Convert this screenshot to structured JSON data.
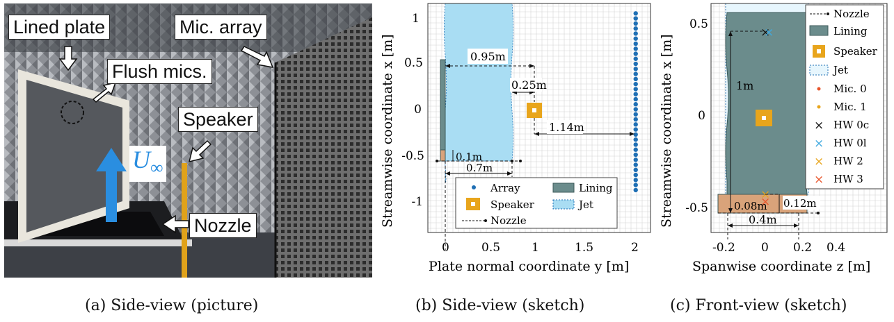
{
  "panel_a": {
    "labels": {
      "lined_plate": "Lined plate",
      "mic_array": "Mic. array",
      "flush_mics": "Flush mics.",
      "speaker": "Speaker",
      "nozzle": "Nozzle",
      "u_infinity": "U",
      "u_infinity_sub": "∞"
    },
    "caption": "(a) Side-view (picture)"
  },
  "panel_b": {
    "caption": "(b) Side-view (sketch)",
    "xlabel": "Plate normal coordinate y [m]",
    "ylabel": "Streamwise coordinate x [m]",
    "xticks": [
      "0",
      "0.5",
      "1",
      "1.5",
      "2"
    ],
    "yticks": [
      "1",
      "0.5",
      "0",
      "-0.5",
      "-1"
    ],
    "dims": [
      "0.95m",
      "0.25m",
      "1.14m",
      "0.1m",
      "0.7m"
    ],
    "legend": [
      "Array",
      "Lining",
      "Speaker",
      "Jet",
      "Nozzle"
    ]
  },
  "panel_c": {
    "caption": "(c) Front-view (sketch)",
    "xlabel": "Spanwise coordinate z [m]",
    "ylabel": "Streamwise coordinate x [m]",
    "xticks": [
      "-0.2",
      "0",
      "0.2",
      "0.4"
    ],
    "yticks": [
      "0.5",
      "0",
      "-0.5"
    ],
    "dims": [
      "1m",
      "0.08m",
      "0.12m",
      "0.4m"
    ],
    "legend": [
      "Nozzle",
      "Lining",
      "Speaker",
      "Jet",
      "Mic. 0",
      "Mic. 1",
      "HW 0c",
      "HW 0l",
      "HW 2",
      "HW 3"
    ]
  },
  "colors": {
    "jet": "#a9ddf3",
    "lining": "#6b8c8c",
    "lining_edge": "#3c5a5a",
    "nozzle_lining": "#d9a37a",
    "speaker": "#e8a51c",
    "array": "#1f6fb4",
    "mic0": "#e8542a",
    "mic1": "#e8a51c",
    "hw0c": "#111111",
    "hw0l": "#3fa9e0",
    "hw2": "#e8a51c",
    "hw3": "#e8542a",
    "u_arrow": "#2a8ee0"
  },
  "chart_data": [
    {
      "type": "scatter",
      "title": "",
      "xlabel": "Plate normal coordinate y [m]",
      "ylabel": "Streamwise coordinate x [m]",
      "xlim": [
        -0.2,
        2.2
      ],
      "ylim": [
        -1.35,
        1.2
      ],
      "grid": true,
      "legend_position": "bottom-center",
      "series": [
        {
          "name": "Array",
          "x": 2.08,
          "y_range": [
            -0.85,
            1.05
          ],
          "count": 36
        }
      ]
    },
    {
      "type": "scatter",
      "title": "",
      "xlabel": "Spanwise coordinate z [m]",
      "ylabel": "Streamwise coordinate x [m]",
      "xlim": [
        -0.28,
        0.6
      ],
      "ylim": [
        -0.62,
        0.62
      ],
      "grid": true,
      "legend_position": "top-right",
      "series": [
        {
          "name": "HW 0c",
          "x": [
            0
          ],
          "y": [
            0.46
          ]
        },
        {
          "name": "HW 0l",
          "x": [
            0.02
          ],
          "y": [
            0.46
          ]
        },
        {
          "name": "HW 2",
          "x": [
            0
          ],
          "y": [
            -0.42
          ]
        },
        {
          "name": "HW 3",
          "x": [
            0
          ],
          "y": [
            -0.46
          ]
        }
      ]
    }
  ]
}
